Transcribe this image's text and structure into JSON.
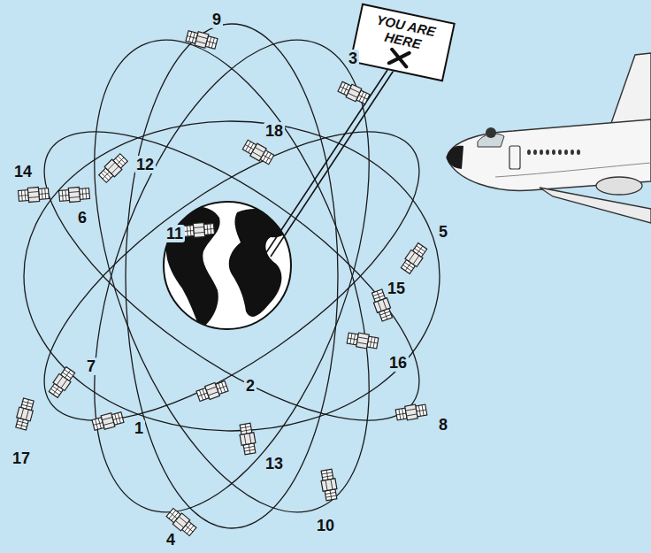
{
  "diagram": {
    "nodes": [
      {
        "text": [
          "YOU ARE HERE"
        ]
      }
    ],
    "labels": [
      "9",
      "3",
      "18",
      "14",
      "12",
      "6",
      "11",
      "5",
      "15",
      "16",
      "7",
      "17",
      "1",
      "2",
      "13",
      "8",
      "10",
      "4"
    ]
  }
}
